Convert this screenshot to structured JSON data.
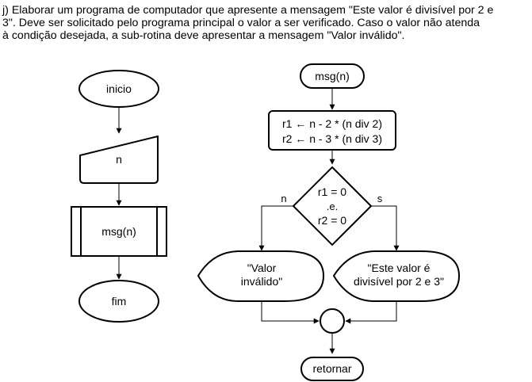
{
  "statement": [
    "j) Elaborar um programa de computador que apresente a mensagem \"Este valor é divisível por 2 e",
    "3\". Deve ser solicitado pelo programa principal o valor a ser verificado. Caso o valor não atenda",
    "à condição desejada, a sub-rotina deve apresentar a mensagem \"Valor inválido\"."
  ],
  "main_flow": {
    "start": "inicio",
    "input": "n",
    "call": "msg(n)",
    "end": "fim"
  },
  "subroutine": {
    "start": "msg(n)",
    "process": [
      "r1 ← n - 2 * (n div 2)",
      "r2 ← n - 3 * (n div 3)"
    ],
    "decision": [
      "r1 = 0",
      ".e.",
      "r2 = 0"
    ],
    "branch_false": "n",
    "branch_true": "s",
    "display_false": [
      "\"Valor",
      "inválido\""
    ],
    "display_true": [
      "\"Este valor é",
      "divisível por 2 e 3\""
    ],
    "return": "retornar"
  }
}
